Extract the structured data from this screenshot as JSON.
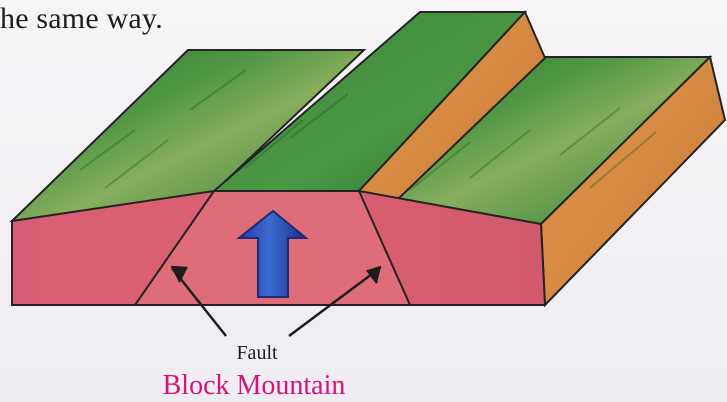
{
  "page": {
    "top_text": "he same way."
  },
  "diagram": {
    "fault_label": "Fault",
    "caption": "Block Mountain",
    "colors": {
      "grass": "#3f8a35",
      "grass_light": "#7aa95a",
      "rock_pink": "#d95c70",
      "rock_orange": "#dc8b43",
      "arrow_blue": "#273da6",
      "caption_magenta": "#d5147b",
      "outline": "#202020"
    }
  }
}
